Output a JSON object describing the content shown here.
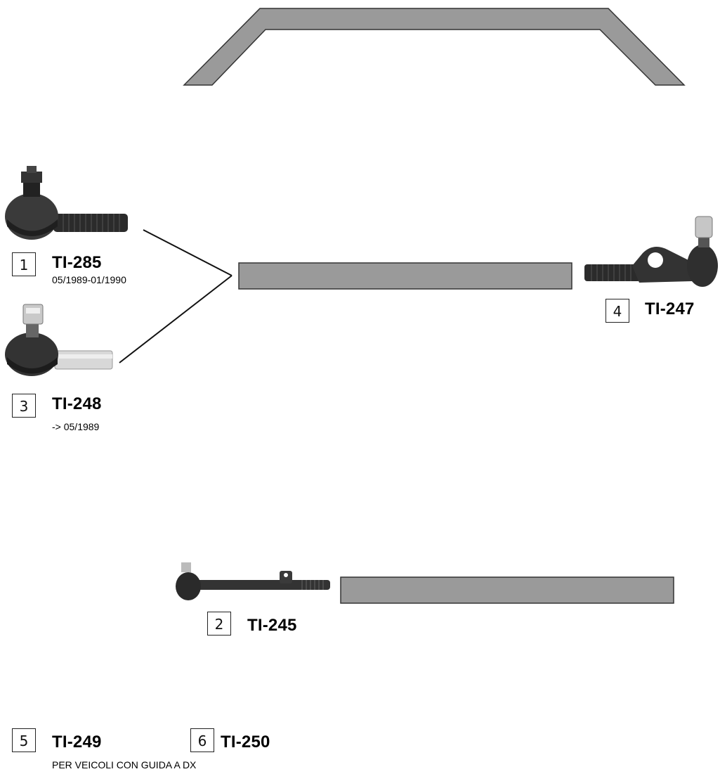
{
  "parts": [
    {
      "number": "1",
      "code": "TI-285",
      "note": "05/1989-01/1990"
    },
    {
      "number": "2",
      "code": "TI-245"
    },
    {
      "number": "3",
      "code": "TI-248",
      "note": "-> 05/1989"
    },
    {
      "number": "4",
      "code": "TI-247"
    },
    {
      "number": "5",
      "code": "TI-249"
    },
    {
      "number": "6",
      "code": "TI-250"
    }
  ],
  "footnote": "PER VEICOLI CON GUIDA A DX",
  "colors": {
    "bar_fill": "#9a9a9a",
    "bar_stroke": "#333333",
    "part_dark": "#2b2b2b",
    "part_light": "#d8d8d8"
  }
}
